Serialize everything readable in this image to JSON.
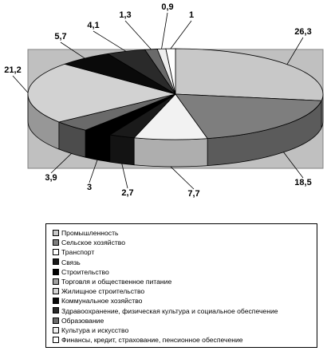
{
  "chart_data": {
    "type": "pie",
    "three_d": true,
    "values": [
      26.3,
      18.5,
      7.7,
      2.7,
      3,
      3.9,
      21.2,
      5.7,
      4.1,
      1.3,
      0.9,
      1
    ],
    "labels": [
      "26,3",
      "18,5",
      "7,7",
      "2,7",
      "3",
      "3,9",
      "21,2",
      "5,7",
      "4,1",
      "1,3",
      "0,9",
      "1"
    ],
    "legend": [
      "Промышленность",
      "Сельское хозяйство",
      "Транспорт",
      "Связь",
      "Строительство",
      "Торговля и общественное питание",
      "Жилищное строительство",
      "Коммунальное хозяйство",
      "Здравоохранение, физическая культура и социальное обеспечение",
      "Образование",
      "Культура и искусство",
      "Финансы, кредит, страхование, пенсионное обеспечение"
    ],
    "legend_colors": [
      "#c8c8c8",
      "#7e7e7e",
      "#ffffff",
      "#1a1a1a",
      "#000000",
      "#a0a0a0",
      "#d2d2d2",
      "#0a0a0a",
      "#2a2a2a",
      "#6a6a6a",
      "#eeeeee",
      "#ffffff"
    ],
    "slice_colors": [
      "#c8c8c8",
      "#7e7e7e",
      "#f2f2f2",
      "#1a1a1a",
      "#000000",
      "#6a6a6a",
      "#d2d2d2",
      "#0a0a0a",
      "#2a2a2a",
      "#6a6a6a",
      "#eeeeee",
      "#ffffff"
    ],
    "legend_placement": "bottom",
    "plot_background": "#c0c0c0"
  }
}
